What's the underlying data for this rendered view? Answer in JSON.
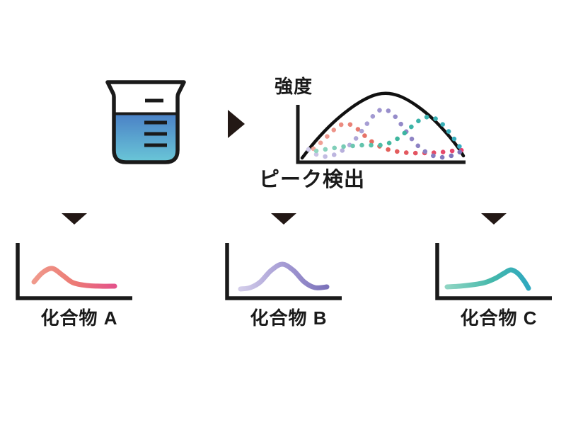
{
  "colors": {
    "ink": "#1a1a1a",
    "arrow": "#231815",
    "background": "#ffffff"
  },
  "beaker": {
    "liquid_top": "#4a80c6",
    "liquid_bottom": "#69c5d7"
  },
  "main_chart": {
    "ylabel": "強度",
    "caption": "ピーク検出",
    "envelope": {
      "color": "#111111",
      "points": [
        [
          427,
          223
        ],
        [
          447,
          198
        ],
        [
          470,
          174
        ],
        [
          494,
          154
        ],
        [
          516,
          140
        ],
        [
          534,
          133
        ],
        [
          550,
          132
        ],
        [
          568,
          137
        ],
        [
          590,
          150
        ],
        [
          612,
          168
        ],
        [
          632,
          189
        ],
        [
          648,
          209
        ],
        [
          655,
          220
        ]
      ]
    },
    "series": [
      {
        "id": "compound-a",
        "colors": [
          "#f2a89d",
          "#e26358",
          "#e6416f"
        ],
        "offsets": [
          0,
          45,
          100
        ],
        "points": [
          [
            443,
            210
          ],
          [
            455,
            200
          ],
          [
            468,
            187
          ],
          [
            480,
            177
          ],
          [
            492,
            175
          ],
          [
            504,
            181
          ],
          [
            517,
            193
          ],
          [
            530,
            203
          ],
          [
            545,
            210
          ],
          [
            562,
            214
          ],
          [
            582,
            216
          ],
          [
            602,
            216
          ],
          [
            622,
            215
          ],
          [
            640,
            213
          ],
          [
            653,
            212
          ]
        ]
      },
      {
        "id": "compound-b",
        "colors": [
          "#cfc9e8",
          "#9a90cd",
          "#7b70b6"
        ],
        "offsets": [
          0,
          50,
          100
        ],
        "points": [
          [
            436,
            211
          ],
          [
            447,
            218
          ],
          [
            459,
            221
          ],
          [
            471,
            219
          ],
          [
            483,
            213
          ],
          [
            495,
            204
          ],
          [
            506,
            192
          ],
          [
            517,
            177
          ],
          [
            528,
            163
          ],
          [
            538,
            155
          ],
          [
            548,
            156
          ],
          [
            558,
            164
          ],
          [
            568,
            177
          ],
          [
            578,
            191
          ],
          [
            588,
            203
          ],
          [
            598,
            212
          ],
          [
            610,
            219
          ],
          [
            622,
            222
          ],
          [
            634,
            221
          ],
          [
            645,
            217
          ],
          [
            653,
            213
          ]
        ]
      },
      {
        "id": "compound-c",
        "colors": [
          "#93d6c1",
          "#3eb69d",
          "#38adc2"
        ],
        "offsets": [
          0,
          55,
          100
        ],
        "points": [
          [
            447,
            213
          ],
          [
            459,
            211
          ],
          [
            472,
            209
          ],
          [
            485,
            207
          ],
          [
            498,
            206
          ],
          [
            511,
            205
          ],
          [
            524,
            205
          ],
          [
            537,
            205
          ],
          [
            550,
            202
          ],
          [
            563,
            195
          ],
          [
            575,
            185
          ],
          [
            587,
            174
          ],
          [
            598,
            167
          ],
          [
            608,
            165
          ],
          [
            618,
            169
          ],
          [
            627,
            177
          ],
          [
            636,
            188
          ],
          [
            644,
            199
          ],
          [
            651,
            209
          ]
        ]
      }
    ]
  },
  "compounds": [
    {
      "id": "compound-a",
      "label": "化合物 A",
      "colors": [
        "#f09a8c",
        "#ec7a74",
        "#e4538a"
      ],
      "offsets": [
        0,
        50,
        100
      ],
      "points": [
        [
          28,
          58
        ],
        [
          40,
          45
        ],
        [
          54,
          39
        ],
        [
          69,
          49
        ],
        [
          83,
          59
        ],
        [
          102,
          63
        ],
        [
          122,
          64
        ],
        [
          142,
          64
        ]
      ]
    },
    {
      "id": "compound-b",
      "label": "化合物 B",
      "colors": [
        "#d3cdea",
        "#a59bd4",
        "#7b72ba"
      ],
      "offsets": [
        0,
        50,
        100
      ],
      "points": [
        [
          24,
          68
        ],
        [
          38,
          66
        ],
        [
          52,
          58
        ],
        [
          67,
          42
        ],
        [
          83,
          33
        ],
        [
          99,
          42
        ],
        [
          114,
          58
        ],
        [
          129,
          66
        ],
        [
          146,
          65
        ]
      ]
    },
    {
      "id": "compound-c",
      "label": "化合物 C",
      "colors": [
        "#8fd5c3",
        "#45b8ab",
        "#2fa8bf"
      ],
      "offsets": [
        0,
        55,
        100
      ],
      "points": [
        [
          19,
          65
        ],
        [
          37,
          64
        ],
        [
          55,
          62
        ],
        [
          72,
          59
        ],
        [
          87,
          53
        ],
        [
          99,
          46
        ],
        [
          109,
          41
        ],
        [
          119,
          46
        ],
        [
          128,
          57
        ],
        [
          134,
          67
        ]
      ]
    }
  ]
}
